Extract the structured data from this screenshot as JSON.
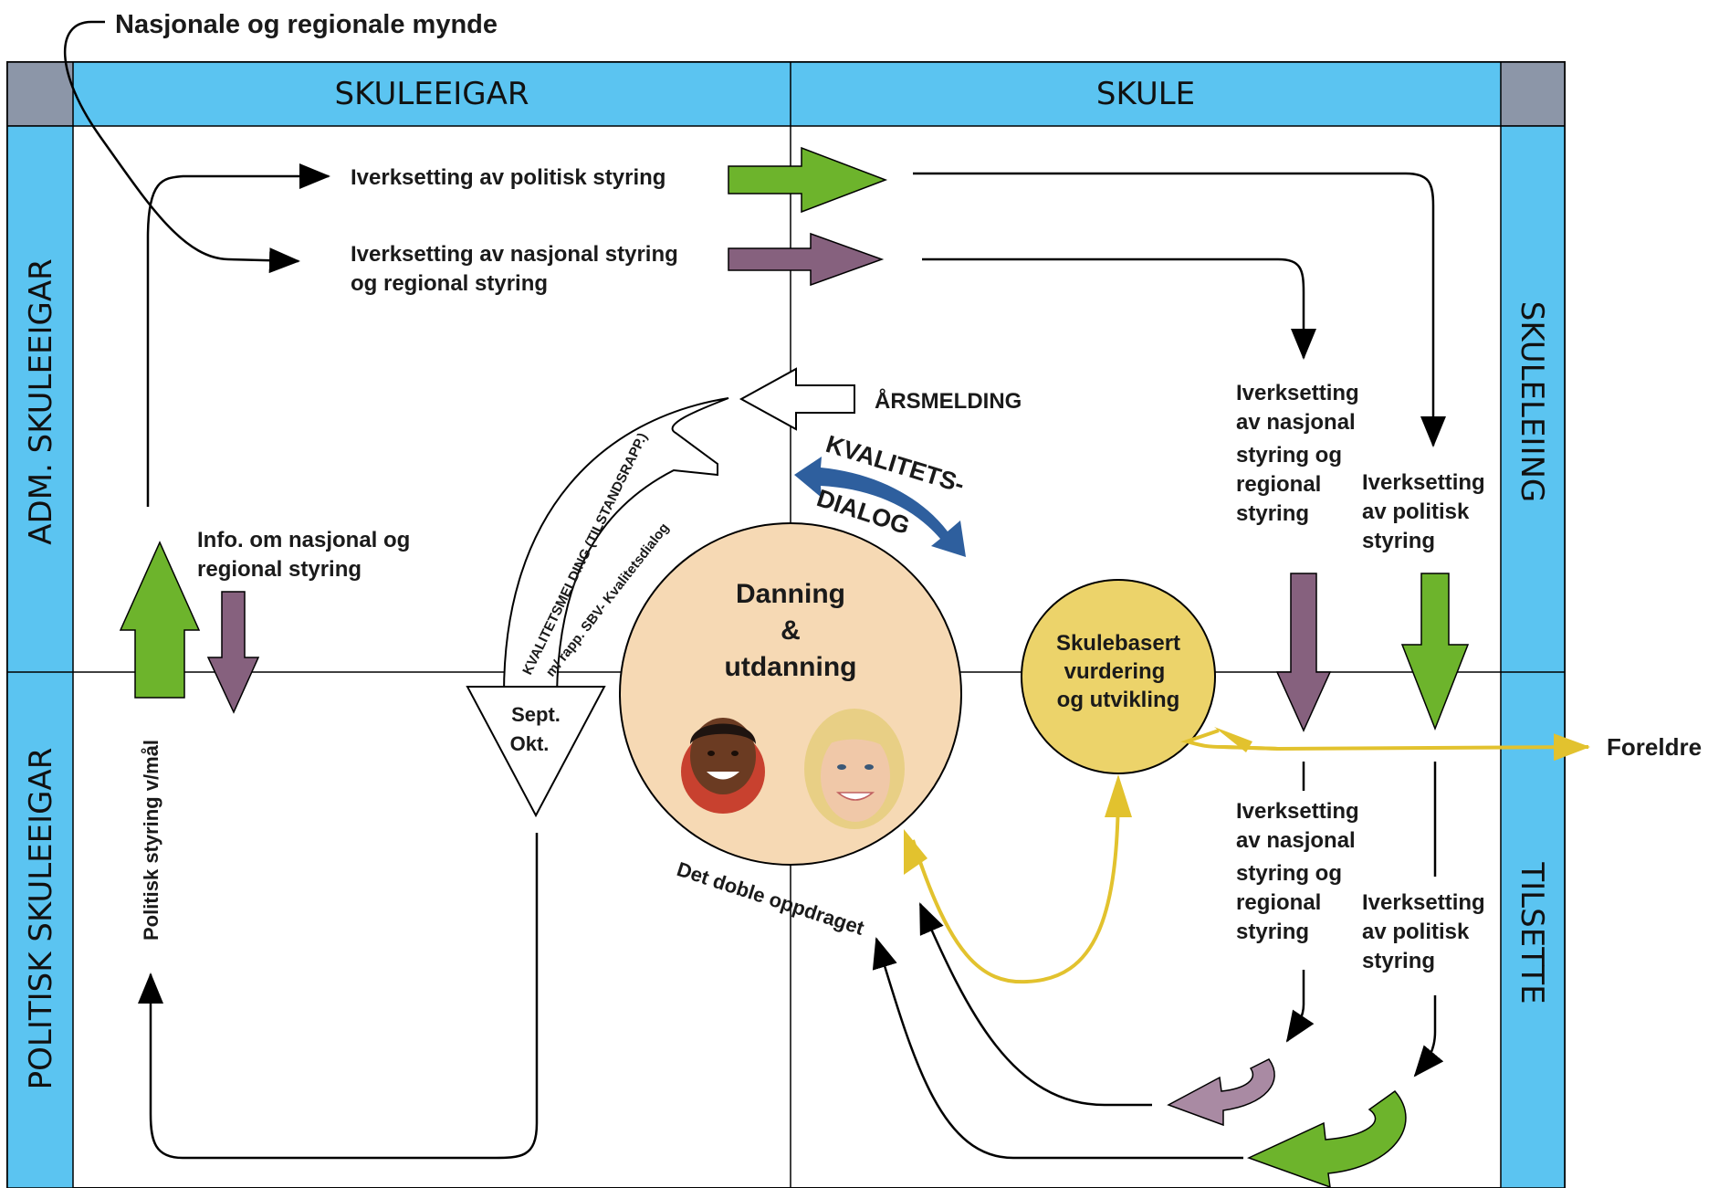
{
  "top_label": "Nasjonale og regionale mynde",
  "header": {
    "left": "SKULEEIGAR",
    "right": "SKULE"
  },
  "side": {
    "left_top": "ADM. SKULEEIGAR",
    "left_bottom": "POLITISK SKULEEIGAR",
    "right_top": "SKULELEIING",
    "right_bottom": "TILSETTE"
  },
  "labels": {
    "impl_political": "Iverksetting av politisk styring",
    "impl_national_1": "Iverksetting av nasjonal styring",
    "impl_national_2": "og regional styring",
    "annual_report": "ÅRSMELDING",
    "quality_dialog_1": "KVALITETS-",
    "quality_dialog_2": "DIALOG",
    "quality_report_1": "KVALITETSMELDING (TILSTANDSRAPP.)",
    "quality_report_2": "m/ rapp. SBV- Kvalitetsdialog",
    "info_1": "Info. om nasjonal og",
    "info_2": "regional styring",
    "sept": "Sept.",
    "okt": "Okt.",
    "political_goal": "Politisk styring v/mål",
    "core_1": "Danning",
    "core_2": "&",
    "core_3": "utdanning",
    "double_mission": "Det doble oppdraget",
    "school_eval_1": "Skulebasert",
    "school_eval_2": "vurdering",
    "school_eval_3": "og utvikling",
    "parents": "Foreldre",
    "right_nat": [
      "Iverksetting",
      "av nasjonal",
      "styring og",
      "regional",
      "styring"
    ],
    "right_pol": [
      "Iverksetting",
      "av politisk",
      "styring"
    ]
  },
  "colors": {
    "header_blue": "#5bc4f1",
    "corner_gray": "#8c96a8",
    "green": "#6db42c",
    "purple": "#86617e",
    "purple_light": "#a98aa3",
    "dialog_blue": "#2e5f9e",
    "circle_peach": "#f6d9b4",
    "circle_yellow": "#ecd36a",
    "yellow_line": "#e2c22e"
  }
}
